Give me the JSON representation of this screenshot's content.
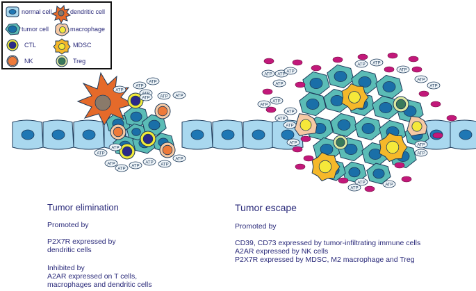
{
  "legend": {
    "normal_cell": "normal cell",
    "dendritic_cell": "dendritic cell",
    "tumor_cell": "tumor cell",
    "macrophage": "macrophage",
    "ctl": "CTL",
    "mdsc": "MDSC",
    "nk": "NK",
    "treg": "Treg"
  },
  "atp_label": "ATP",
  "elimination": {
    "title": "Tumor elimination",
    "promoted_by": "Promoted by",
    "promoted_1": "P2X7R expressed by",
    "promoted_2": "dendritic cells",
    "inhibited_by": "Inhibited by",
    "inhibited_1": "A2AR expressed on T cells,",
    "inhibited_2": "macrophages and dendritic cells"
  },
  "escape": {
    "title": "Tumor escape",
    "promoted_by": "Promoted by",
    "line_1": "CD39, CD73 expressed by tumor-infiltrating immune cells",
    "line_2": "A2AR expressed by NK cells",
    "line_3": "P2X7R expressed by MDSC, M2 macrophage and Treg"
  },
  "colors": {
    "normal_fill": "#a9d8ef",
    "normal_nucleus": "#1f77b4",
    "tumor_fill": "#5bbcb6",
    "tumor_nucleus": "#1a6fa8",
    "dendritic": "#e56a2a",
    "macrophage": "#f6c9a4",
    "ctl_ring": "#f2ea3a",
    "ctl_core": "#2b2a8a",
    "mdsc": "#f5b82a",
    "nk": "#ee7a3a",
    "treg_ring": "#dde9a0",
    "treg_core": "#3a7a5a",
    "magenta": "#c2187a",
    "text": "#2a2a7a"
  }
}
